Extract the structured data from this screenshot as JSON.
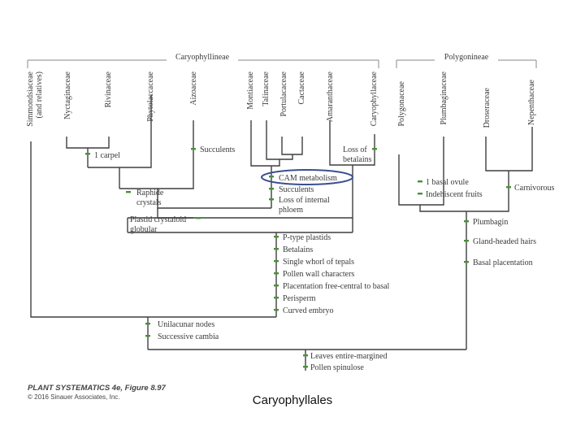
{
  "clades": {
    "caryophyllineae": "Caryophyllineae",
    "polygonineae": "Polygonineae"
  },
  "taxa": [
    {
      "id": "simmondsiaceae",
      "lines": [
        "Simmondsiaceae",
        "(and relatives)"
      ]
    },
    {
      "id": "nyctaginaceae",
      "lines": [
        "Nyctaginaceae"
      ]
    },
    {
      "id": "rivinaceae",
      "lines": [
        "Rivinaceae"
      ]
    },
    {
      "id": "phytolaccaceae",
      "lines": [
        "Phytolaccaceae"
      ]
    },
    {
      "id": "aizoaceae",
      "lines": [
        "Aizoaceae"
      ]
    },
    {
      "id": "montiaceae",
      "lines": [
        "Montiaceae"
      ]
    },
    {
      "id": "talinaceae",
      "lines": [
        "Talinaceae"
      ]
    },
    {
      "id": "portulacaceae",
      "lines": [
        "Portulacaceae"
      ]
    },
    {
      "id": "cactaceae",
      "lines": [
        "Cactaceae"
      ]
    },
    {
      "id": "amaranthaceae",
      "lines": [
        "Amaranthaceae"
      ]
    },
    {
      "id": "caryophyllaceae",
      "lines": [
        "Caryophyllaceae"
      ]
    },
    {
      "id": "polygonaceae",
      "lines": [
        "Polygonaceae"
      ]
    },
    {
      "id": "plumbaginaceae",
      "lines": [
        "Plumbaginaceae"
      ]
    },
    {
      "id": "droseraceae",
      "lines": [
        "Droseraceae"
      ]
    },
    {
      "id": "nepenthaceae",
      "lines": [
        "Nepenthaceae"
      ]
    }
  ],
  "characters": {
    "carpel": "1 carpel",
    "succulents_aizo": "Succulents",
    "loss_betalains": [
      "Loss of",
      "betalains"
    ],
    "raphide": [
      "Raphide",
      "crystals"
    ],
    "cam": "CAM metabolism",
    "succulents_port": "Succulents",
    "loss_phloem": [
      "Loss of internal",
      "phloem"
    ],
    "plastid": [
      "Plastid crystaloid",
      "globular"
    ],
    "core_list": [
      "P-type plastids",
      "Betalains",
      "Single whorl of tepals",
      "Pollen wall characters",
      "Placentation free-central to basal",
      "Perisperm",
      "Curved embryo"
    ],
    "unilacunar": "Unilacunar nodes",
    "cambia": "Successive cambia",
    "basal_ovule": "1 basal ovule",
    "indehiscent": "Indehiscent fruits",
    "carnivorous": "Carnivorous",
    "plumbagin": "Plumbagin",
    "gland_hairs": "Gland-headed hairs",
    "basal_placentation": "Basal placentation",
    "leaves": "Leaves entire-margined",
    "pollen_spinulose": "Pollen spinulose"
  },
  "credit": {
    "line1": "PLANT SYSTEMATICS 4e, Figure 8.97",
    "line2": "© 2016 Sinauer Associates, Inc."
  },
  "caption": "Caryophyllales",
  "colors": {
    "line": "#3f3f3f",
    "marker": "#4b8f3a",
    "highlight": "#3b4f8f"
  }
}
